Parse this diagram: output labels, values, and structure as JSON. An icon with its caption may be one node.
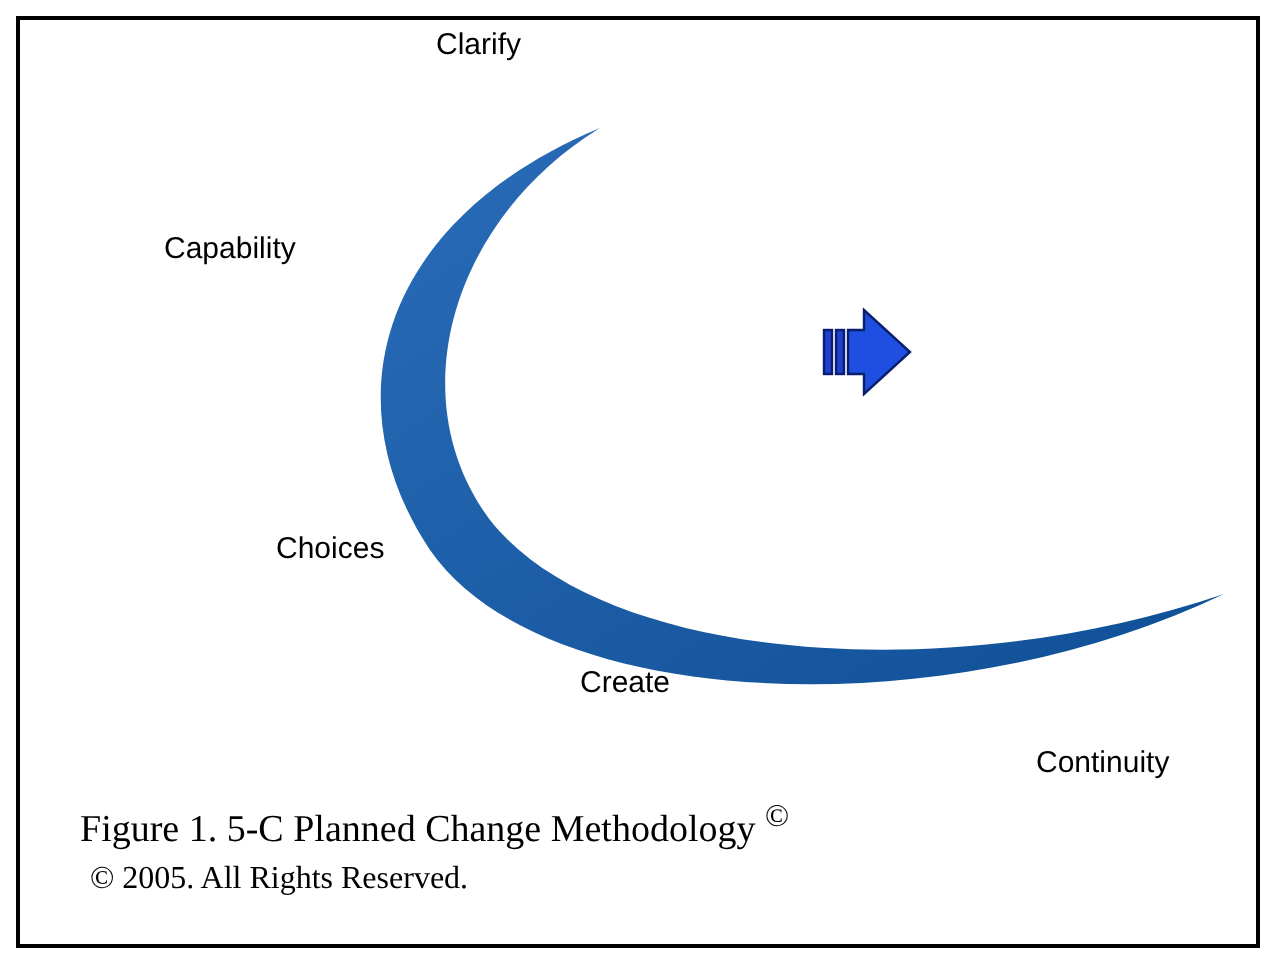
{
  "diagram": {
    "caption": "Figure 1.  5-C Planned Change Methodology $^{©}$",
    "labels": [
      "Clarify",
      "Capability",
      "Choices",
      "Create",
      "Continuity",
      "© 2005. All Rights Reserved."
    ]
  }
}
